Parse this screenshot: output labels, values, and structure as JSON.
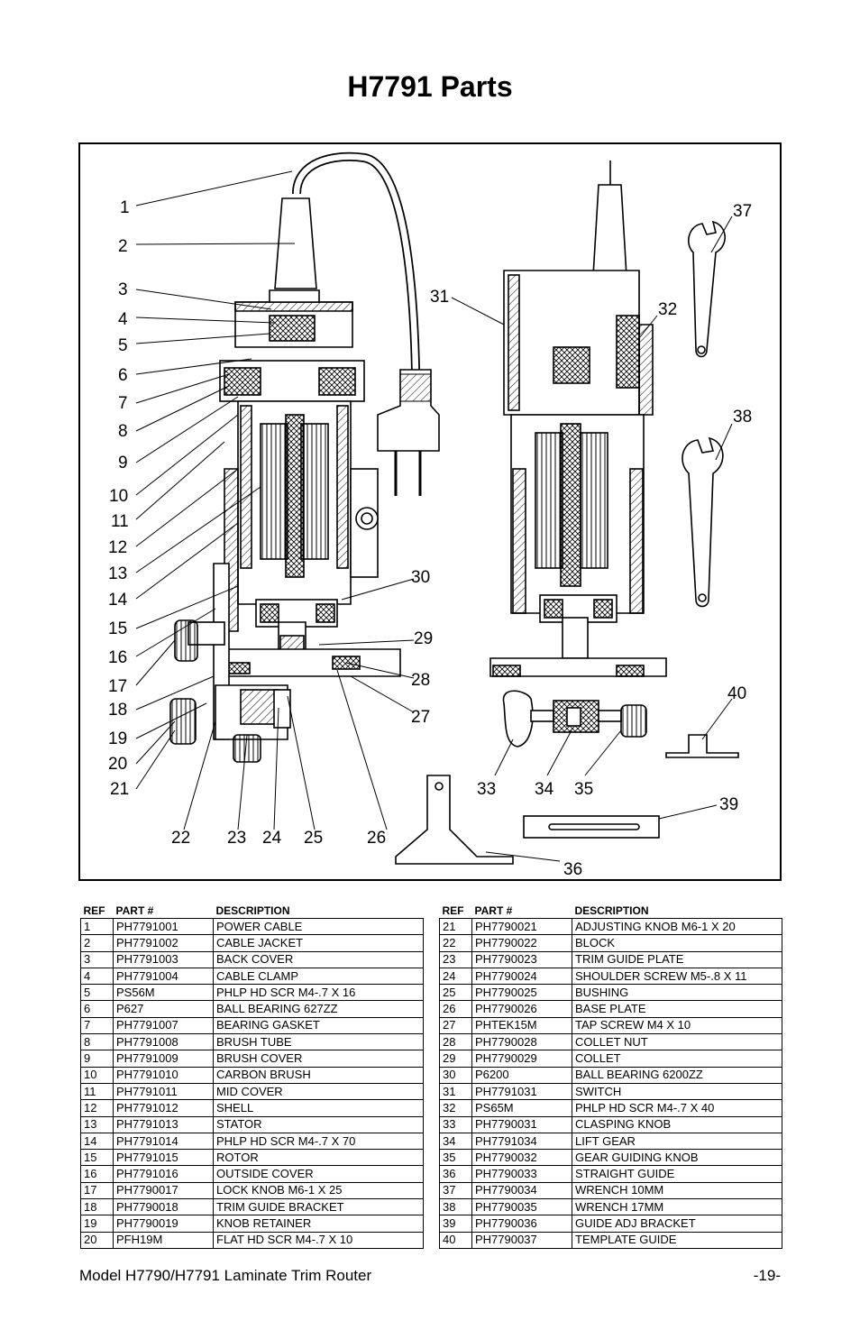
{
  "page": {
    "title": "H7791 Parts",
    "footer_model": "Model H7790/H7791 Laminate Trim Router",
    "page_number": "-19-"
  },
  "diagram": {
    "callouts": [
      "1",
      "2",
      "3",
      "4",
      "5",
      "6",
      "7",
      "8",
      "9",
      "10",
      "11",
      "12",
      "13",
      "14",
      "15",
      "16",
      "17",
      "18",
      "19",
      "20",
      "21",
      "22",
      "23",
      "24",
      "25",
      "26",
      "27",
      "28",
      "29",
      "30",
      "31",
      "32",
      "33",
      "34",
      "35",
      "36",
      "37",
      "38",
      "39",
      "40"
    ]
  },
  "table": {
    "headers": [
      "REF",
      "PART #",
      "DESCRIPTION"
    ],
    "left": [
      [
        "1",
        "PH7791001",
        "POWER CABLE"
      ],
      [
        "2",
        "PH7791002",
        "CABLE JACKET"
      ],
      [
        "3",
        "PH7791003",
        "BACK COVER"
      ],
      [
        "4",
        "PH7791004",
        "CABLE CLAMP"
      ],
      [
        "5",
        "PS56M",
        "PHLP HD SCR M4-.7 X 16"
      ],
      [
        "6",
        "P627",
        "BALL BEARING 627ZZ"
      ],
      [
        "7",
        "PH7791007",
        "BEARING GASKET"
      ],
      [
        "8",
        "PH7791008",
        "BRUSH TUBE"
      ],
      [
        "9",
        "PH7791009",
        "BRUSH COVER"
      ],
      [
        "10",
        "PH7791010",
        "CARBON BRUSH"
      ],
      [
        "11",
        "PH7791011",
        "MID COVER"
      ],
      [
        "12",
        "PH7791012",
        "SHELL"
      ],
      [
        "13",
        "PH7791013",
        "STATOR"
      ],
      [
        "14",
        "PH7791014",
        "PHLP HD SCR M4-.7 X 70"
      ],
      [
        "15",
        "PH7791015",
        "ROTOR"
      ],
      [
        "16",
        "PH7791016",
        "OUTSIDE COVER"
      ],
      [
        "17",
        "PH7790017",
        "LOCK KNOB M6-1 X 25"
      ],
      [
        "18",
        "PH7790018",
        "TRIM GUIDE BRACKET"
      ],
      [
        "19",
        "PH7790019",
        "KNOB RETAINER"
      ],
      [
        "20",
        "PFH19M",
        "FLAT HD SCR M4-.7 X 10"
      ]
    ],
    "right": [
      [
        "21",
        "PH7790021",
        "ADJUSTING KNOB M6-1 X 20"
      ],
      [
        "22",
        "PH7790022",
        "BLOCK"
      ],
      [
        "23",
        "PH7790023",
        "TRIM GUIDE PLATE"
      ],
      [
        "24",
        "PH7790024",
        "SHOULDER SCREW M5-.8 X 11"
      ],
      [
        "25",
        "PH7790025",
        "BUSHING"
      ],
      [
        "26",
        "PH7790026",
        "BASE PLATE"
      ],
      [
        "27",
        "PHTEK15M",
        "TAP SCREW M4 X 10"
      ],
      [
        "28",
        "PH7790028",
        "COLLET NUT"
      ],
      [
        "29",
        "PH7790029",
        "COLLET"
      ],
      [
        "30",
        "P6200",
        "BALL BEARING 6200ZZ"
      ],
      [
        "31",
        "PH7791031",
        "SWITCH"
      ],
      [
        "32",
        "PS65M",
        "PHLP HD SCR M4-.7 X 40"
      ],
      [
        "33",
        "PH7790031",
        "CLASPING KNOB"
      ],
      [
        "34",
        "PH7791034",
        "LIFT GEAR"
      ],
      [
        "35",
        "PH7790032",
        "GEAR GUIDING KNOB"
      ],
      [
        "36",
        "PH7790033",
        "STRAIGHT GUIDE"
      ],
      [
        "37",
        "PH7790034",
        "WRENCH 10MM"
      ],
      [
        "38",
        "PH7790035",
        "WRENCH 17MM"
      ],
      [
        "39",
        "PH7790036",
        "GUIDE ADJ BRACKET"
      ],
      [
        "40",
        "PH7790037",
        "TEMPLATE GUIDE"
      ]
    ]
  }
}
